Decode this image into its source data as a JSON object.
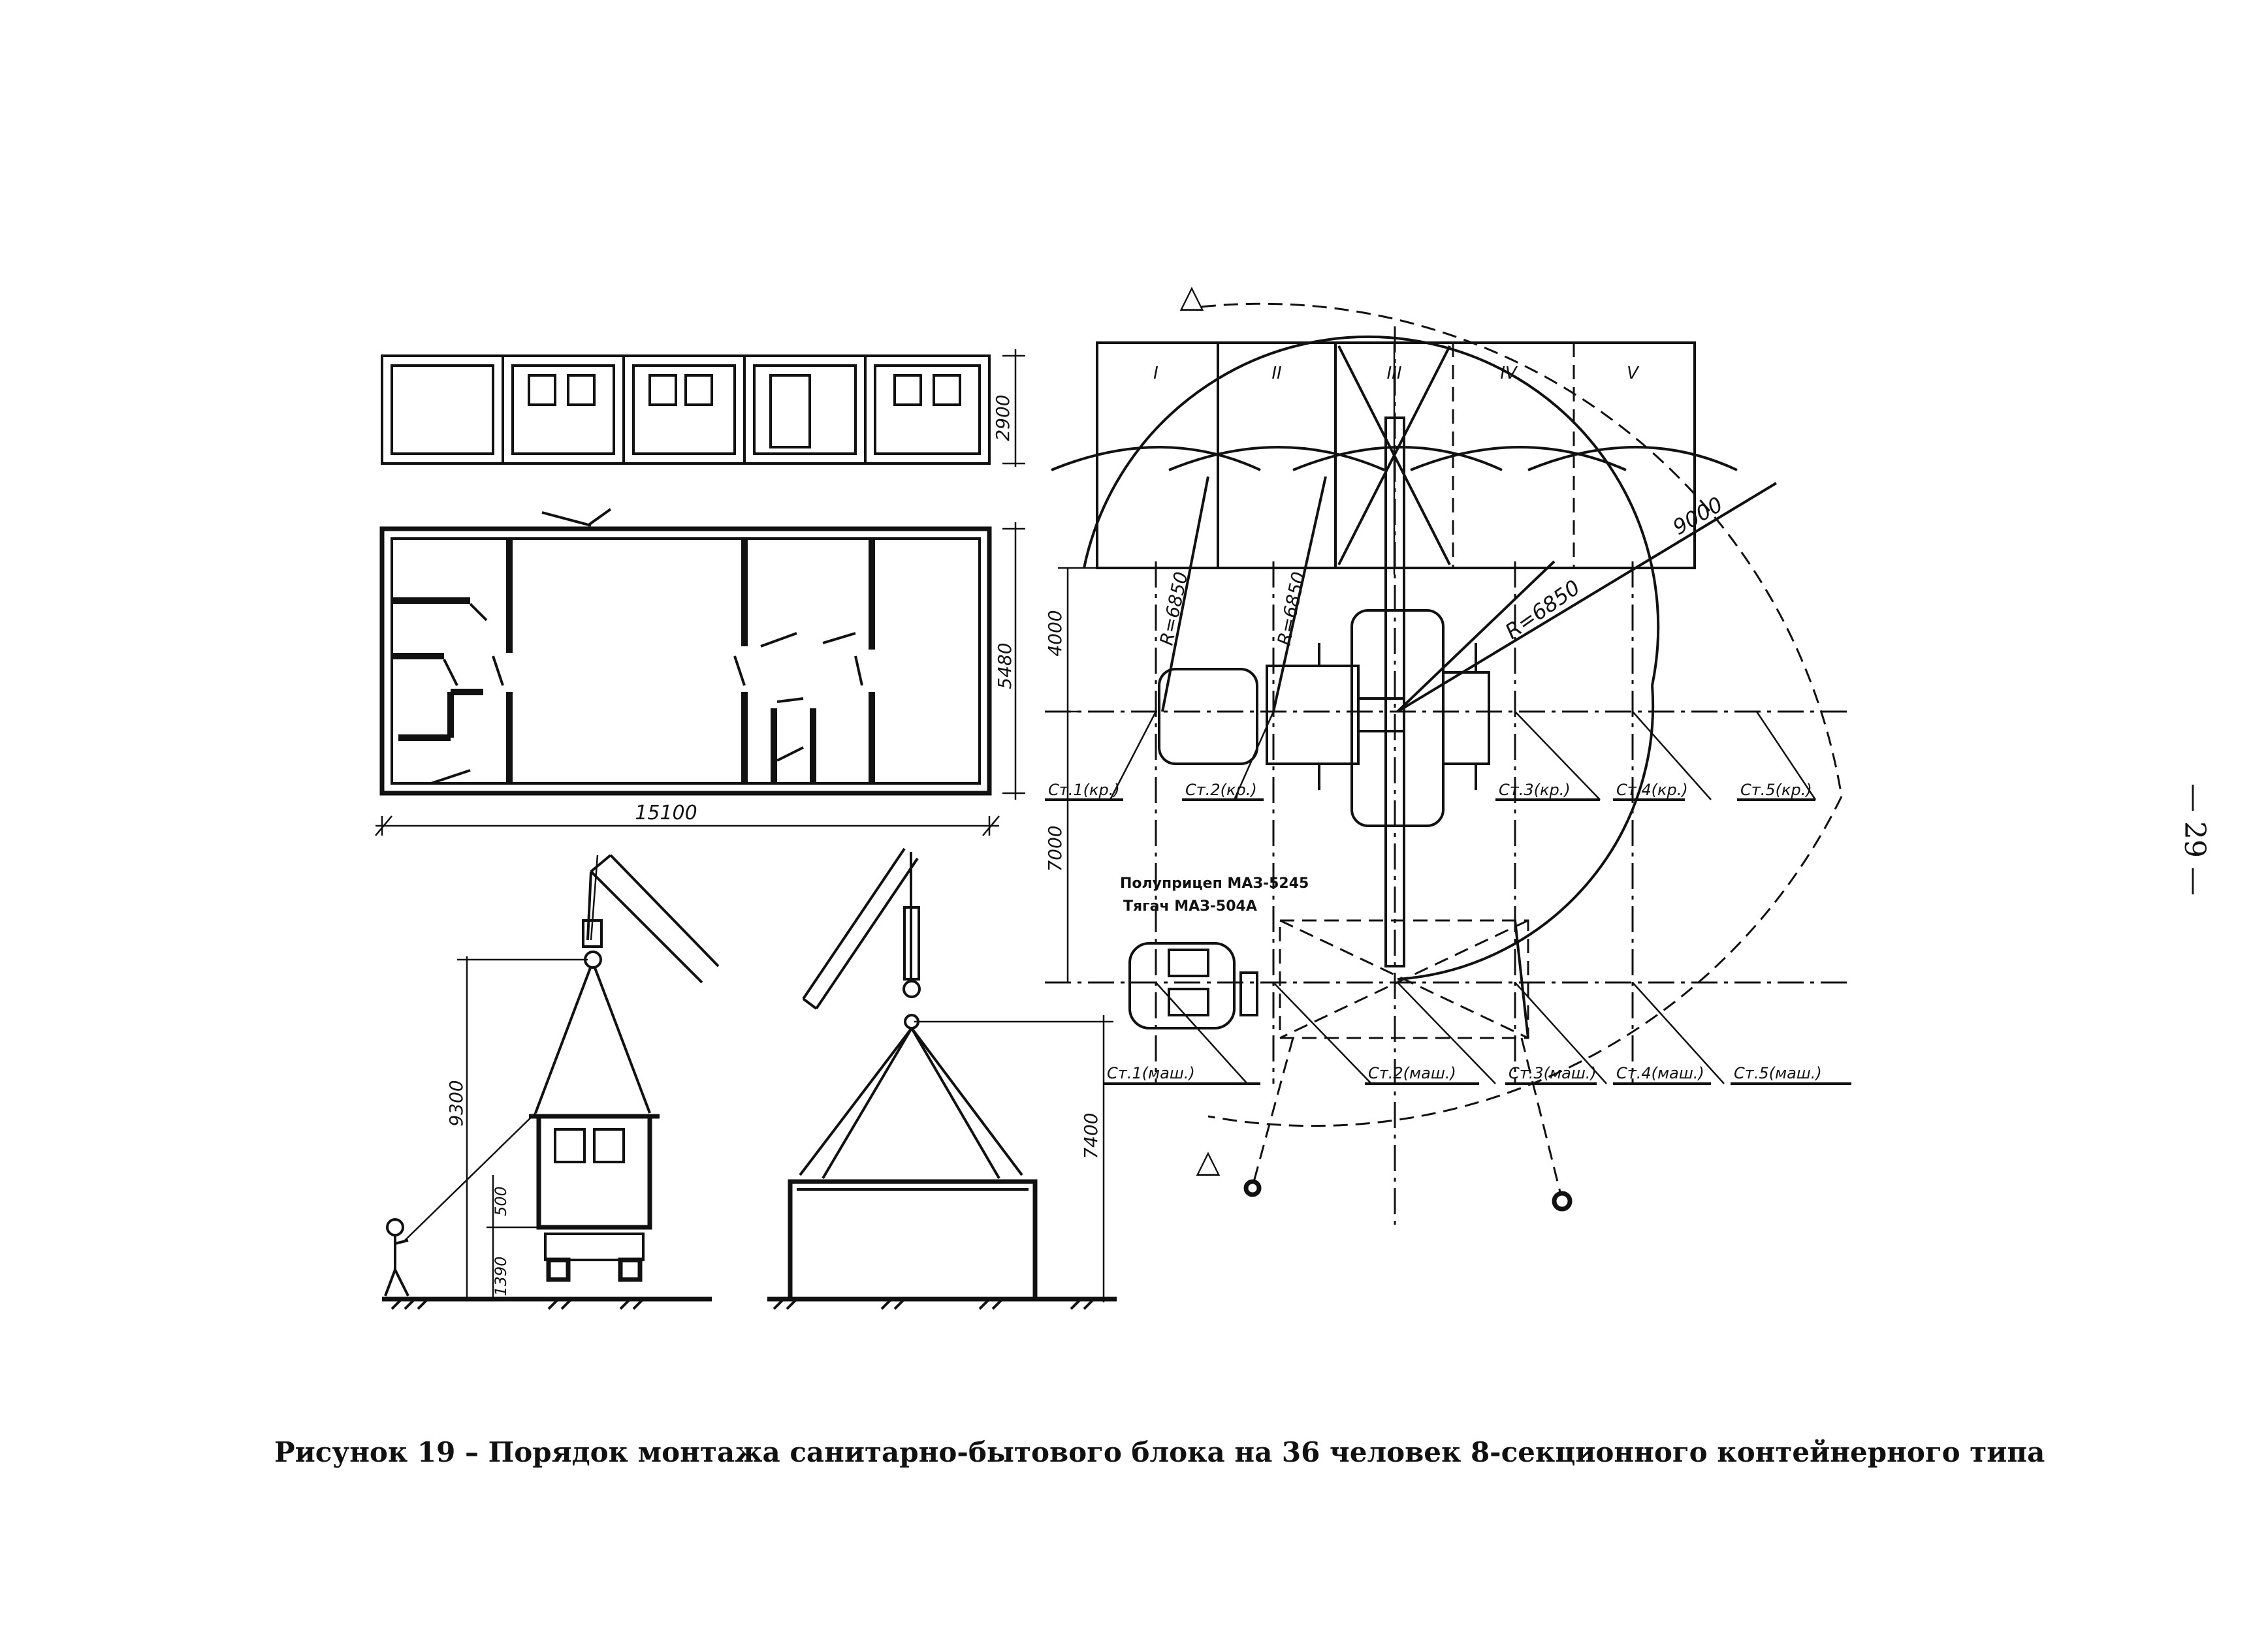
{
  "figure": {
    "caption": "Рисунок 19 – Порядок монтажа санитарно-бытового блока на 36 человек  8-секционного  контейнерного типа",
    "page_number": "— 29 —"
  },
  "elevation": {
    "dim_height": "2900"
  },
  "plan": {
    "dim_length": "15100",
    "dim_width": "5480"
  },
  "lifting": {
    "dim_hook_height": "9300",
    "dim_sling": "500",
    "dim_base": "1390",
    "dim_side_height": "7400"
  },
  "site_plan": {
    "sections": [
      "I",
      "II",
      "III",
      "IV",
      "V"
    ],
    "dim_top": "4000",
    "dim_bottom": "7000",
    "radius_large": "9000",
    "radius_mid": "R=6850",
    "radius_left_a": "R=6850",
    "radius_left_b": "R=6850",
    "crane_stations": [
      "Ст.1(кр.)",
      "Ст.2(кр.)",
      "Ст.3(кр.)",
      "Ст.4(кр.)",
      "Ст.5(кр.)"
    ],
    "truck_stations": [
      "Ст.1(маш.)",
      "Ст.2(маш.)",
      "Ст.3(маш.)",
      "Ст.4(маш.)",
      "Ст.5(маш.)"
    ],
    "vehicle_line1": "Полуприцеп МАЗ-5245",
    "vehicle_line2": "Тягач МАЗ-504А",
    "warning_marks": [
      "△",
      "△"
    ]
  }
}
